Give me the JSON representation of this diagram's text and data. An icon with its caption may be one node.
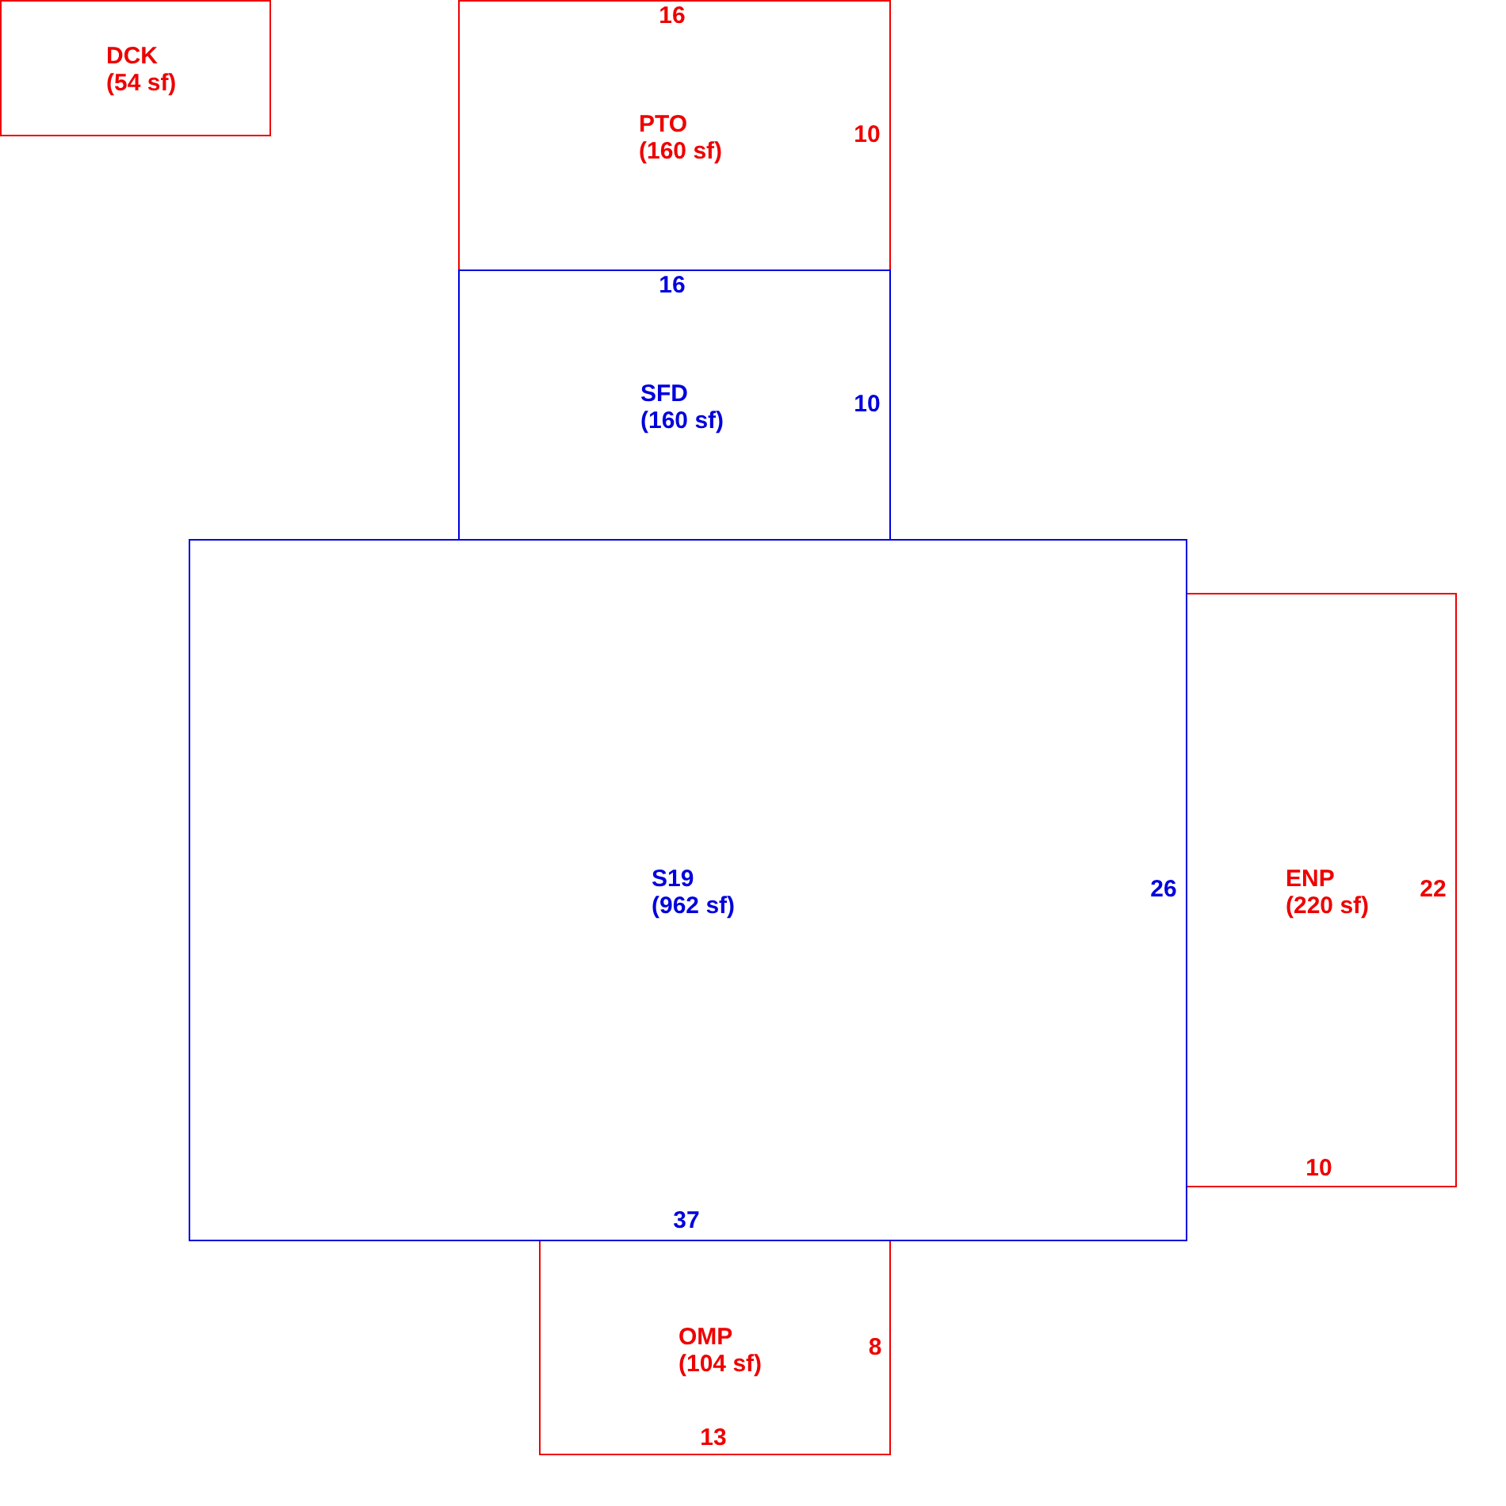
{
  "diagram": {
    "nodes": [
      {
        "text": [
          "DCK",
          "(54 sf)"
        ]
      },
      {
        "text": [
          "PTO",
          "(160 sf)"
        ]
      },
      {
        "text": [
          "SFD",
          "(160 sf)"
        ]
      },
      {
        "text": [
          "S19",
          "(962 sf)"
        ]
      },
      {
        "text": [
          "ENP",
          "(220 sf)"
        ]
      },
      {
        "text": [
          "OMP",
          "(104 sf)"
        ]
      }
    ],
    "labels": [
      "16",
      "10",
      "16",
      "10",
      "26",
      "22",
      "10",
      "37",
      "8",
      "13"
    ]
  }
}
